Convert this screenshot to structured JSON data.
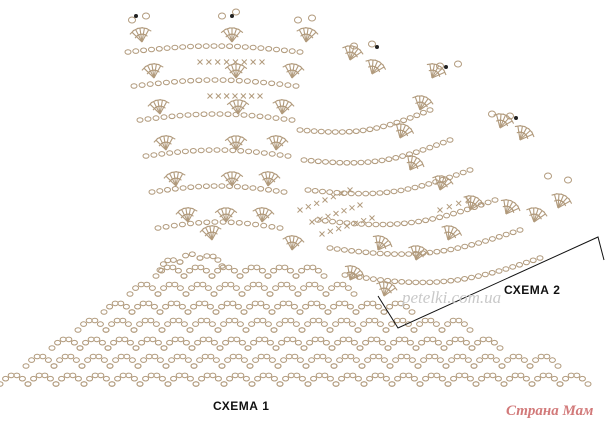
{
  "labels": {
    "scheme1": "СХЕМА 1",
    "scheme2": "СХЕМА 2"
  },
  "watermarks": {
    "site": "petelki.com.ua",
    "brand": "Страна Мам"
  },
  "colors": {
    "stitch": "#b19a7c",
    "marker": "#222222",
    "text": "#111111",
    "background": "#ffffff"
  },
  "symbols": [
    "chain-stitch",
    "single-crochet",
    "double-crochet",
    "shell",
    "start-marker"
  ]
}
